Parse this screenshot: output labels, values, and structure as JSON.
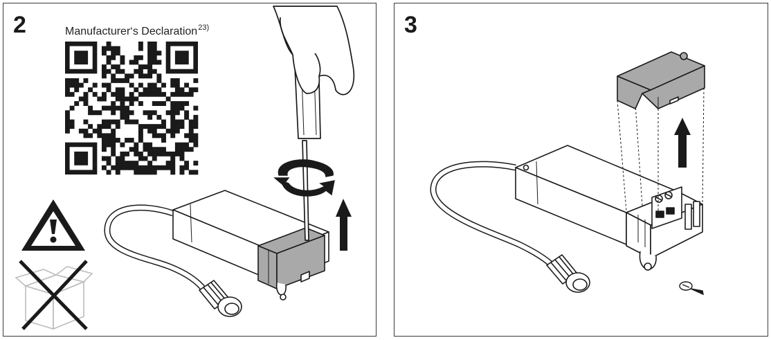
{
  "panels": [
    {
      "step": "2",
      "declaration_text": "Manufacturer‘s Declaration",
      "footnote": "23)"
    },
    {
      "step": "3"
    }
  ],
  "icons": {
    "qr": "qr-code-icon",
    "warning": "warning-triangle-icon",
    "no_box": "crossed-out-box-icon",
    "hand": "hand-with-screwdriver-icon",
    "rotate": "rotate-arrow-icon",
    "up_arrow": "up-arrow-icon"
  },
  "colors": {
    "line": "#1a1a1a",
    "cover_fill": "#a9a9a9",
    "border": "#3a3a3a",
    "light_box": "#bdbdbd"
  }
}
